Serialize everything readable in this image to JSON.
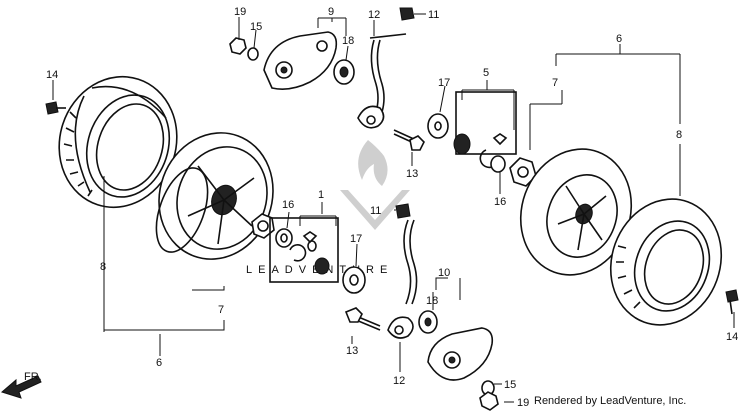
{
  "diagram": {
    "callouts": {
      "c19a": "19",
      "c15a": "15",
      "c9": "9",
      "c18a": "18",
      "c12a": "12",
      "c11a": "11",
      "c14a": "14",
      "c17a": "17",
      "c5": "5",
      "c13a": "13",
      "c16a": "16",
      "c6a": "6",
      "c7a": "7",
      "c8a": "8",
      "c11b": "11",
      "c16b": "16",
      "c1": "1",
      "c17b": "17",
      "c8b": "8",
      "c7b": "7",
      "c6b": "6",
      "c13b": "13",
      "c10": "10",
      "c18b": "18",
      "c12b": "12",
      "c15b": "15",
      "c19b": "19",
      "c14b": "14"
    },
    "direction_label": "FR.",
    "watermark_text": "LEADVENTURE",
    "credit": "Rendered by LeadVenture, Inc."
  },
  "colors": {
    "ink": "#111111",
    "watermark": "#d4d4d4",
    "background": "#ffffff"
  }
}
